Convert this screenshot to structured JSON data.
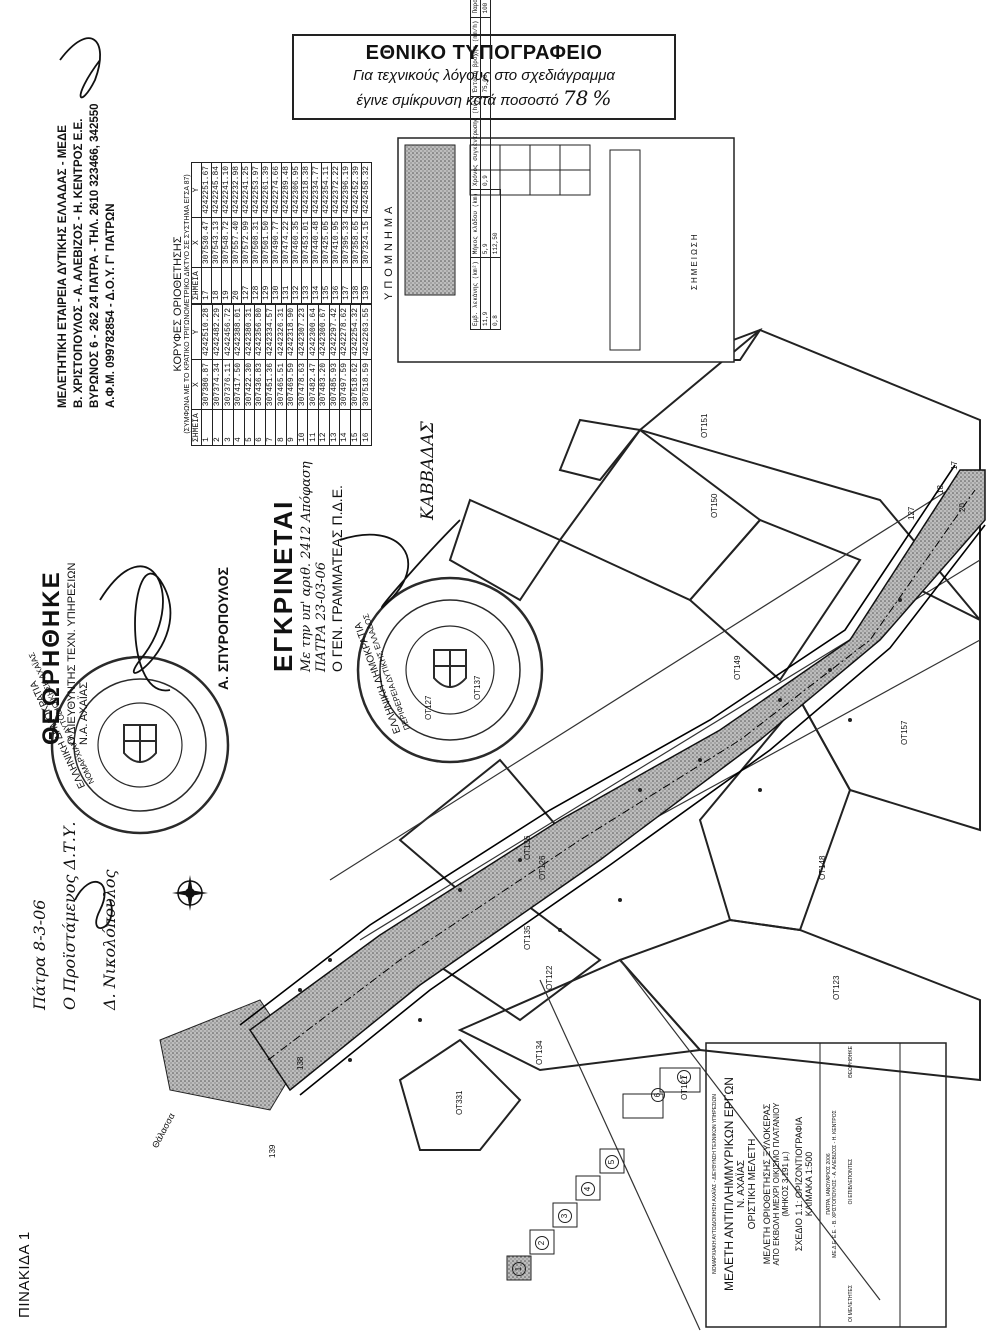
{
  "stamp_top": {
    "line1": "ΕΘΝΙΚΟ ΤΥΠΟΓΡΑΦΕΙΟ",
    "line2": "Για τεχνικούς λόγους στο σχεδιάγραμμα",
    "line3": "έγινε σμίκρυνση κατά ποσοστό",
    "percent_value": "78",
    "percent_sign": "%"
  },
  "plate_label": "ΠΙΝΑΚΙΔΑ 1",
  "consultants_stamp": {
    "line1": "ΜΕΛΕΤΗΤΙΚΗ ΕΤΑΙΡΕΙΑ ΔΥΤΙΚΗΣ ΕΛΛΑΔΑΣ - ΜΕΔΕ",
    "line2": "Β. ΧΡΙΣΤΟΠΟΥΛΟΣ - Α. ΑΛΕΒΙΖΟΣ - Η. ΚΕΝΤΡΟΣ Ε.Ε.",
    "line3": "ΒΥΡΩΝΟΣ 6 - 262 24 ΠΑΤΡΑ - ΤΗΛ. 2610 323466, 342550",
    "line4": "Α.Φ.Μ. 099782854 - Δ.Ο.Υ. Γ' ΠΑΤΡΩΝ"
  },
  "approval_stamp": {
    "title": "ΘΕΩΡΗΘΗΚΕ",
    "line2": "Ο ΔΙΕΥΘΥΝΤΗΣ ΤΕΧΝ. ΥΠΗΡΕΣΙΩΝ",
    "line3": "Ν.Α. ΑΧΑΪΑΣ",
    "name": "Α. ΣΠΥΡΟΠΟΥΛΟΣ"
  },
  "approved_stamp": {
    "title": "ΕΓΚΡΙΝΕΤΑΙ",
    "line2": "Με την υπ' αριθ. 2412 Απόφαση",
    "line3": "ΠΑΤΡΑ 23-03-06",
    "line4": "Ο ΓΕΝ. ΓΡΑΜΜΑΤΕΑΣ Π.Δ.Ε.",
    "name": "ΚΑΒΒΑΔΑΣ"
  },
  "handwritten": {
    "line1": "Πάτρα 8-3-06",
    "line2": "Ο Προϊστάμενος Δ.Τ.Υ.",
    "line3": "Δ. Νικολόπουλος"
  },
  "seal_left": {
    "outer": "ΕΛΛΗΝΙΚΗ ΔΗΜΟΚΡΑΤΙΑ",
    "inner": "ΝΟΜΑΡΧΙΑΚΗ ΑΥΤΟΔΙΟΙΚΗΣΗ ΑΧΑΪΑΣ"
  },
  "seal_right": {
    "outer": "ΕΛΛΗΝΙΚΗ ΔΗΜΟΚΡΑΤΙΑ",
    "inner": "ΠΕΡΙΦΕΡΕΙΑ ΔΥΤΙΚΗΣ ΕΛΛΑΔΟΣ"
  },
  "coords_table": {
    "title": "ΚΟΡΥΦΕΣ ΟΡΙΟΘΕΤΗΣΗΣ",
    "subtitle": "(ΣΥΜΦΩΝΑ ΜΕ ΤΟ ΚΡΑΤΙΚΟ ΤΡΙΓΩΝΟΜΕΤΡΙΚΟ ΔΙΚΤΥΟ ΣΕ ΣΥΣΤΗΜΑ ΕΓΣΑ 87)",
    "headers": [
      "ΣΗΜΕΙΑ",
      "X",
      "Y"
    ],
    "rows_left": [
      [
        "1",
        "307380.87",
        "4242510.28"
      ],
      [
        "2",
        "307374.34",
        "4242482.29"
      ],
      [
        "3",
        "307376.11",
        "4242456.72"
      ],
      [
        "4",
        "307417.50",
        "4242388.01"
      ],
      [
        "5",
        "307422.30",
        "4242380.31"
      ],
      [
        "6",
        "307436.83",
        "4242356.80"
      ],
      [
        "7",
        "307451.36",
        "4242334.57"
      ],
      [
        "8",
        "307465.51",
        "4242326.31"
      ],
      [
        "9",
        "307469.59",
        "4242318.90"
      ],
      [
        "10",
        "307478.63",
        "4242307.23"
      ],
      [
        "11",
        "307482.47",
        "4242300.64"
      ],
      [
        "12",
        "307483.20",
        "4242300.67"
      ],
      [
        "13",
        "307485.93",
        "4242297.42"
      ],
      [
        "14",
        "307497.59",
        "4242278.62"
      ],
      [
        "15",
        "307518.62",
        "4242254.32"
      ],
      [
        "16",
        "307518.59",
        "4242263.55"
      ]
    ],
    "rows_right": [
      [
        "17",
        "307530.47",
        "4242251.67"
      ],
      [
        "18",
        "307543.13",
        "4242245.84"
      ],
      [
        "19",
        "307548.72",
        "4242241.10"
      ],
      [
        "20",
        "307557.40",
        "4242232.98"
      ],
      [
        "127",
        "307572.99",
        "4242241.25"
      ],
      [
        "128",
        "307508.31",
        "4242253.97"
      ],
      [
        "129",
        "307501.50",
        "4242261.39"
      ],
      [
        "130",
        "307490.77",
        "4242274.66"
      ],
      [
        "131",
        "307474.22",
        "4242289.48"
      ],
      [
        "132",
        "307460.35",
        "4242306.95"
      ],
      [
        "133",
        "307453.01",
        "4242318.38"
      ],
      [
        "134",
        "307440.48",
        "4242334.77"
      ],
      [
        "135",
        "307425.05",
        "4242354.11"
      ],
      [
        "136",
        "307410.95",
        "4242372.22"
      ],
      [
        "137",
        "307395.33",
        "4242396.19"
      ],
      [
        "138",
        "307358.65",
        "4242452.39"
      ],
      [
        "139",
        "307324.15",
        "4242458.32"
      ]
    ]
  },
  "legend": {
    "title": "ΥΠΟΜΝΗΜΑ",
    "note_title": "ΣΗΜΕΙΩΣΗ",
    "table_headers": [
      "Εμβ. λεκάνης (km²)",
      "Μήκος κλάδου (km)",
      "Χρόνος συγκέντρωσης (hr)",
      "Ένταση βροχής (mm/h)",
      "Παροχή (m³/s)"
    ],
    "table_row": [
      "11,9",
      "5,9",
      "0,9",
      "75,00",
      "100"
    ],
    "q_row": [
      "0,8",
      "112,50"
    ]
  },
  "zones": [
    "ΟΤ151",
    "ΟΤ150",
    "ΟΤ149",
    "ΟΤ157",
    "ΟΤ137",
    "ΟΤ127",
    "ΟΤ136",
    "ΟΤ126",
    "ΟΤ148",
    "ΟΤ123",
    "ΟΤ135",
    "ΟΤ122",
    "ΟΤ134",
    "ΟΤ121",
    "ΟΤ331"
  ],
  "place_label": "Θάλασσα",
  "points": [
    "138",
    "139",
    "18",
    "17",
    "127",
    "20"
  ],
  "sheet_numbers": [
    "1",
    "2",
    "3",
    "4",
    "5",
    "6",
    "7"
  ],
  "title_block": {
    "authority": "ΝΟΜΑΡΧΙΑΚΗ ΑΥΤΟΔΙΟΙΚΗΣΗ ΑΧΑΪΑΣ - ΔΙΕΥΘΥΝΣΗ ΤΕΧΝΙΚΩΝ ΥΠΗΡΕΣΙΩΝ",
    "project": "ΜΕΛΕΤΗ ΑΝΤΙΠΛΗΜΜΥΡΙΚΩΝ ΕΡΓΩΝ",
    "prefecture": "Ν. ΑΧΑΪΑΣ",
    "stage": "ΟΡΙΣΤΙΚΗ ΜΕΛΕΤΗ",
    "study": "ΜΕΛΕΤΗ ΟΡΙΟΘΕΤΗΣΗΣ ΞΥΛΟΚΕΡΑΣ",
    "span": "ΑΠΟ ΕΚΒΟΛΗ ΜΕΧΡΙ ΟΙΚΙΣΜΟ ΠΛΑΤΑΝΙΟΥ",
    "length": "(ΜΗΚΟΣ 3.191 μ.)",
    "drawing": "ΣΧΕΔΙΟ 1.1: ΟΡΙΖΟΝΤΙΟΓΡΑΦΙΑ",
    "scale": "ΚΛΙΜΑΚΑ 1:500",
    "date": "ΠΑΤΡΑ, ΙΑΝΟΥΑΡΙΟΣ 2006",
    "authors": "ΜΕ.Δ.Ε. Ε.Ε. - Β. ΧΡΙΣΤΟΠΟΥΛΟΣ - Α. ΑΛΕΒΙΖΟΣ - Η. ΚΕΝΤΡΟΣ",
    "designers_label": "ΟΙ ΜΕΛΕΤΗΤΕΣ",
    "checked_label": "ΘΕΩΡΗΘΗΚΕ",
    "supervisors_label": "ΟΙ ΕΠΙΒΛΕΠΟΝΤΕΣ"
  },
  "colors": {
    "ink": "#111111",
    "stamp": "#2a2a2a",
    "channel_fill": "#9a9a9a",
    "paper": "#ffffff"
  }
}
